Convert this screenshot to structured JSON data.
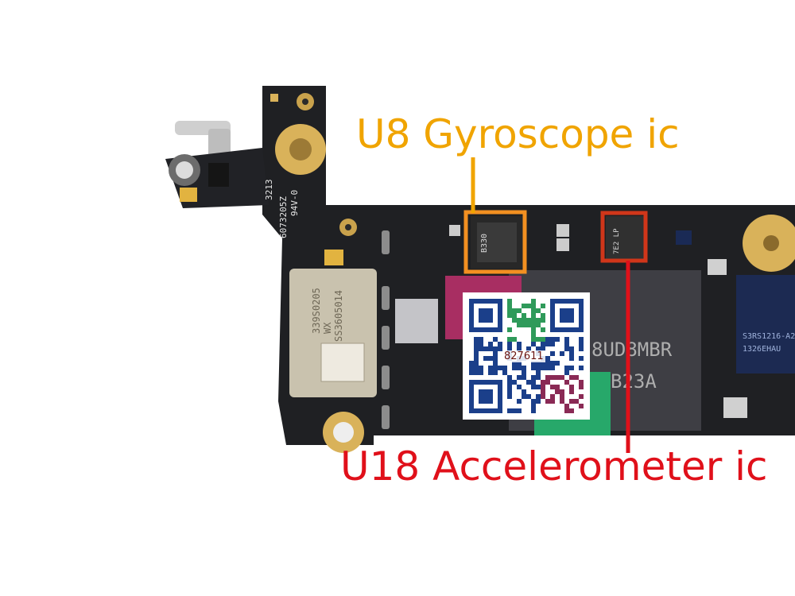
{
  "callouts": {
    "gyroscope": {
      "text": "U8 Gyroscope ic",
      "color": "#f0a400"
    },
    "accelerometer": {
      "text": "U18 Accelerometer ic",
      "color": "#e0101a"
    }
  },
  "board_text": {
    "serial_left": "6073205Z",
    "rev": "94V-0",
    "side_num": "3213",
    "wifi_l1": "339S0205",
    "wifi_l2": "WX",
    "wifi_l3": "SS3605014",
    "gyro_chip": "B330",
    "accel_chip": "7E2 LP",
    "mem_l1": "8UD8MBR",
    "mem_l2": "B23A",
    "right_l1": "S3RS1216-A2",
    "right_l2": "1326EHAU"
  },
  "qr": {
    "number": "827611"
  }
}
